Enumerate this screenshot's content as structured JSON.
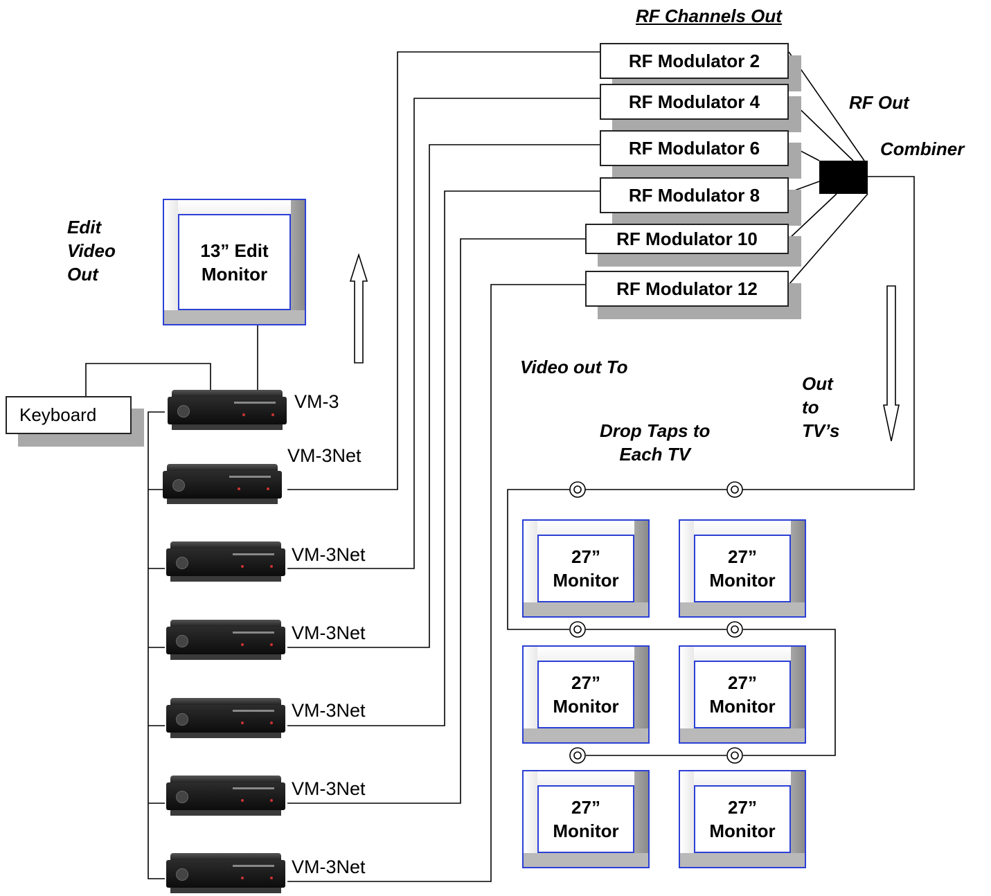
{
  "title": "RF Channels Out",
  "labels": {
    "edit_video_out": [
      "Edit",
      "Video",
      "Out"
    ],
    "rf_out": "RF Out",
    "combiner": "Combiner",
    "video_out_to": "Video out To",
    "drop_taps": [
      "Drop Taps to",
      "Each TV"
    ],
    "out_to_tvs": [
      "Out",
      "to",
      "TV’s"
    ]
  },
  "edit_monitor": [
    "13” Edit",
    "Monitor"
  ],
  "keyboard": "Keyboard",
  "vm_units": [
    {
      "label": "VM-3"
    },
    {
      "label": "VM-3Net"
    },
    {
      "label": "VM-3Net"
    },
    {
      "label": "VM-3Net"
    },
    {
      "label": "VM-3Net"
    },
    {
      "label": "VM-3Net"
    },
    {
      "label": "VM-3Net"
    }
  ],
  "modulators": [
    "RF Modulator 2",
    "RF Modulator 4",
    "RF Modulator 6",
    "RF Modulator 8",
    "RF Modulator 10",
    "RF Modulator 12"
  ],
  "tv_monitors": [
    [
      "27”",
      "Monitor"
    ],
    [
      "27”",
      "Monitor"
    ],
    [
      "27”",
      "Monitor"
    ],
    [
      "27”",
      "Monitor"
    ],
    [
      "27”",
      "Monitor"
    ],
    [
      "27”",
      "Monitor"
    ]
  ]
}
